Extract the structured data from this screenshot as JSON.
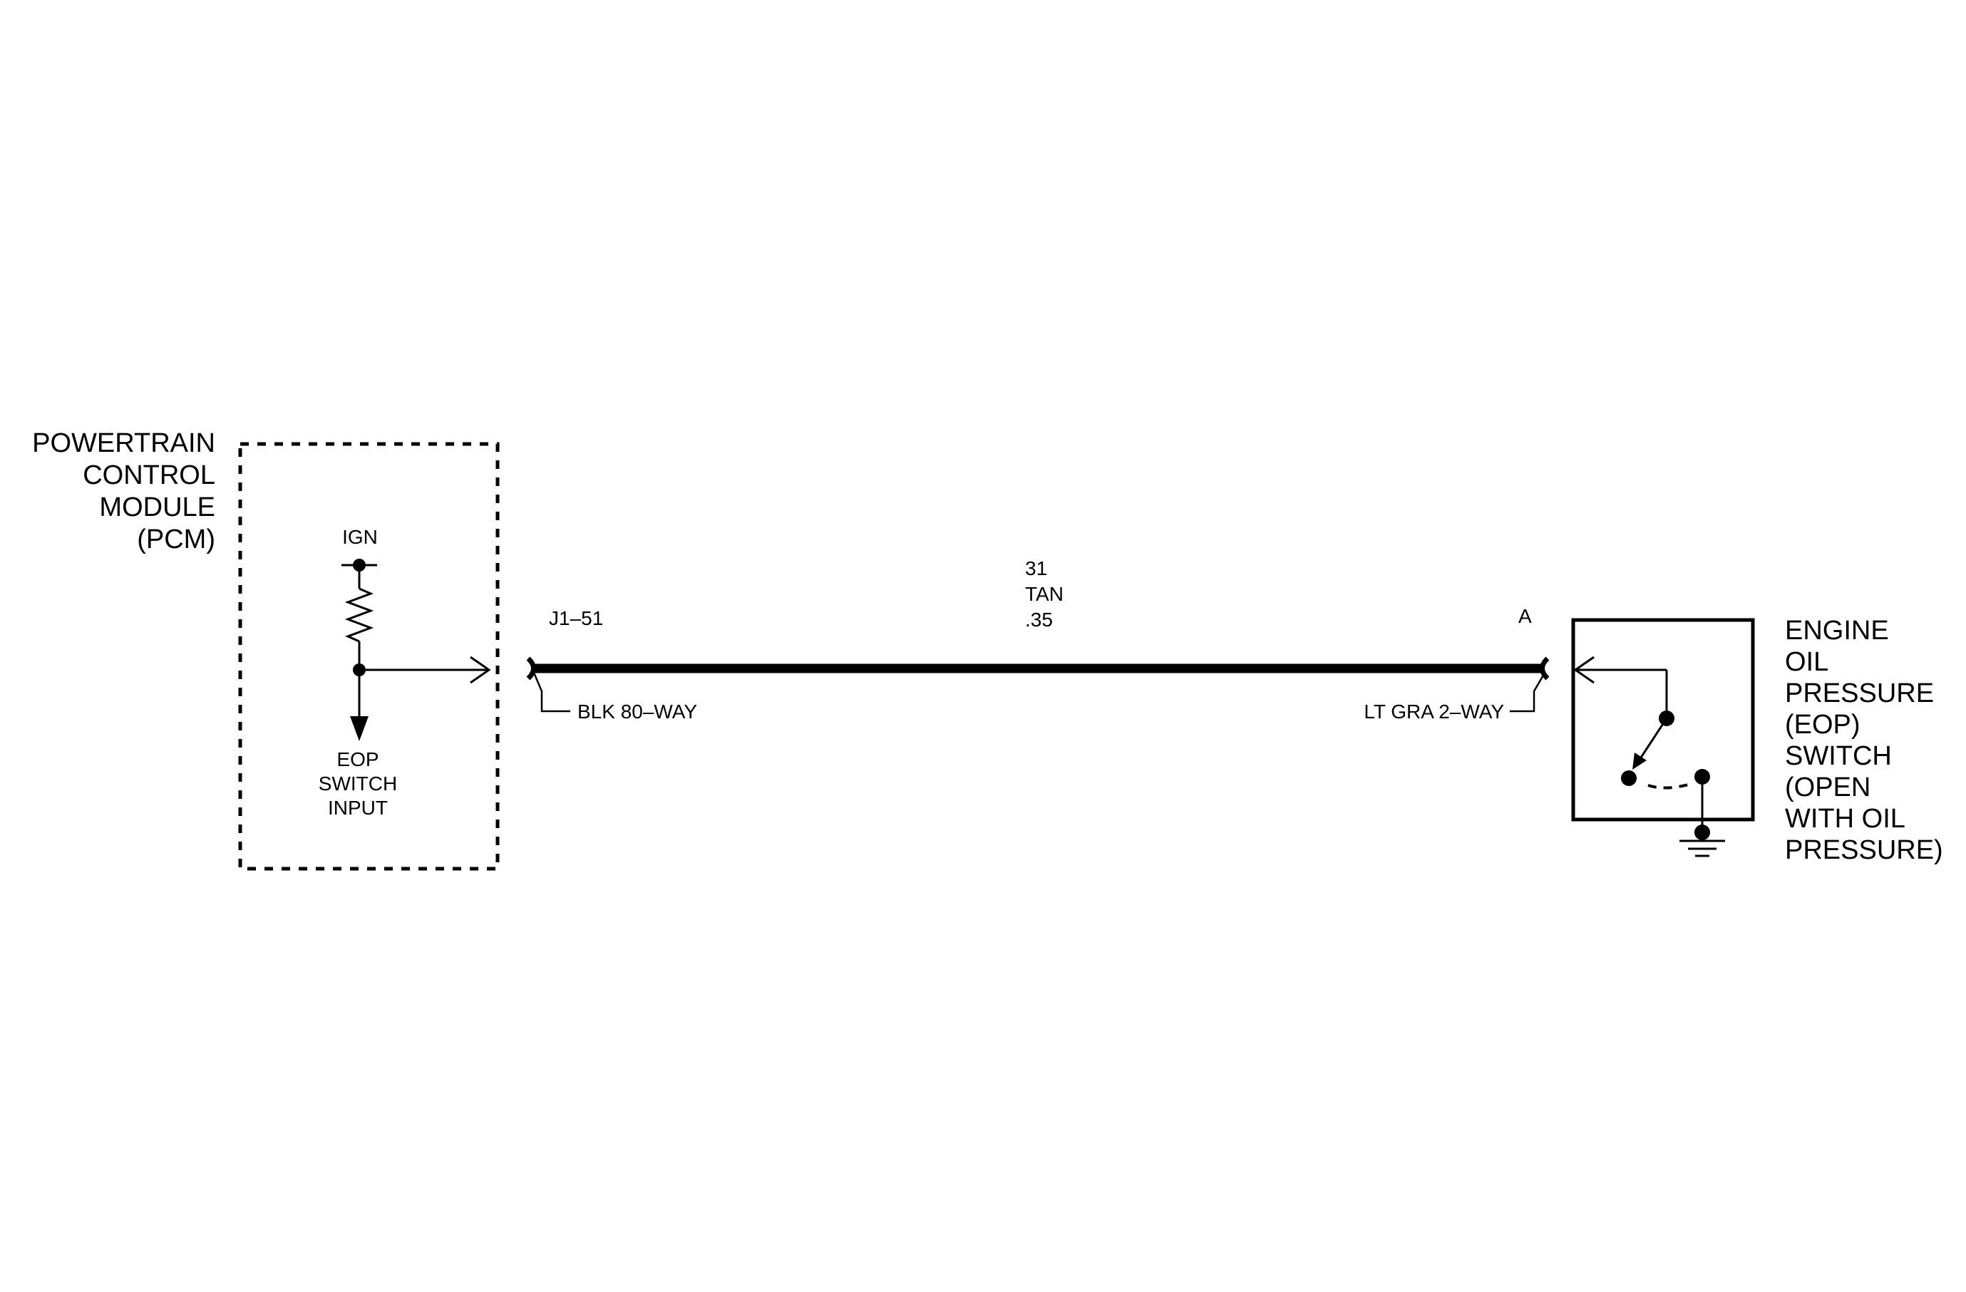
{
  "pcm": {
    "name_lines": [
      "POWERTRAIN",
      "CONTROL",
      "MODULE",
      "(PCM)"
    ],
    "ign_label": "IGN",
    "input_label_lines": [
      "EOP",
      "SWITCH",
      "INPUT"
    ]
  },
  "wire": {
    "circuit": "31",
    "color": "TAN",
    "gauge": ".35"
  },
  "connectors": {
    "pcm_pin": "J1–51",
    "pcm_connector": "BLK 80–WAY",
    "switch_pin": "A",
    "switch_connector": "LT GRA 2–WAY"
  },
  "eop_switch": {
    "name_lines": [
      "ENGINE",
      "OIL",
      "PRESSURE",
      "(EOP)",
      "SWITCH",
      "(OPEN",
      "WITH OIL",
      "PRESSURE)"
    ]
  }
}
